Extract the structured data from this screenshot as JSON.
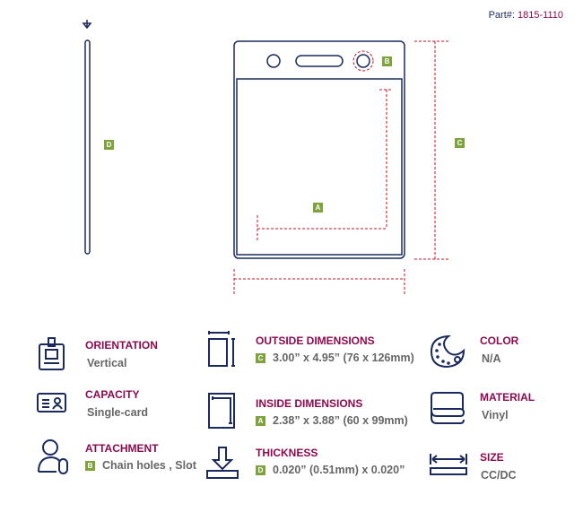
{
  "part": {
    "label": "Part#:",
    "number": "1815-1110"
  },
  "badges": {
    "a": "A",
    "b": "B",
    "c": "C",
    "d": "D"
  },
  "specs": {
    "orientation": {
      "label": "ORIENTATION",
      "value": "Vertical",
      "icon": "id-badge-icon"
    },
    "capacity": {
      "label": "CAPACITY",
      "value": "Single-card",
      "icon": "id-card-icon"
    },
    "attachment": {
      "label": "ATTACHMENT",
      "badge": "B",
      "value": "Chain holes , Slot",
      "icon": "user-clip-icon"
    },
    "outside": {
      "label": "OUTSIDE DIMENSIONS",
      "badge": "C",
      "value": "3.00” x 4.95” (76 x 126mm)",
      "icon": "outside-dimensions-icon"
    },
    "inside": {
      "label": "INSIDE DIMENSIONS",
      "badge": "A",
      "value": "2.38” x 3.88” (60 x 99mm)",
      "icon": "inside-dimensions-icon"
    },
    "thickness": {
      "label": "THICKNESS",
      "badge": "D",
      "value": "0.020” (0.51mm) x 0.020”",
      "icon": "thickness-icon"
    },
    "color": {
      "label": "COLOR",
      "value": "N/A",
      "icon": "palette-icon"
    },
    "material": {
      "label": "MATERIAL",
      "value": "Vinyl",
      "icon": "material-icon"
    },
    "size": {
      "label": "SIZE",
      "value": "CC/DC",
      "icon": "ruler-icon"
    }
  },
  "colors": {
    "navy": "#1b2a5e",
    "maroon": "#8b0a50",
    "green": "#7ea33c",
    "red": "#c8102e"
  }
}
